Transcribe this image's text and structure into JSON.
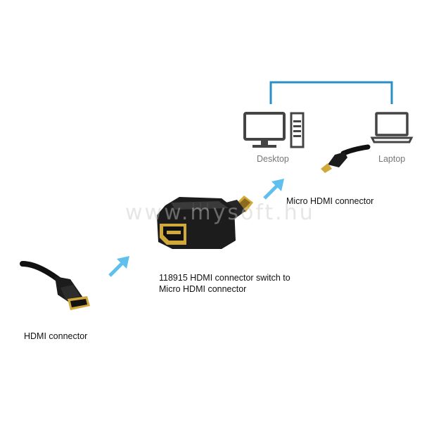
{
  "labels": {
    "desktop": "Desktop",
    "laptop": "Laptop",
    "micro_hdmi_connector": "Micro HDMI connector",
    "adapter_line1": "118915 HDMI connector switch to",
    "adapter_line2": "Micro HDMI connector",
    "hdmi_connector": "HDMI connector"
  },
  "watermark": "www.mysoft.hu",
  "colors": {
    "connection_line": "#2a8fc4",
    "arrow": "#5fc0ee",
    "device_icon": "#444444",
    "connector_body": "#1c1c1c",
    "gold_contact": "#d1a83a"
  },
  "icons": [
    "monitor-icon",
    "tower-icon",
    "laptop-icon",
    "arrow-icon"
  ]
}
